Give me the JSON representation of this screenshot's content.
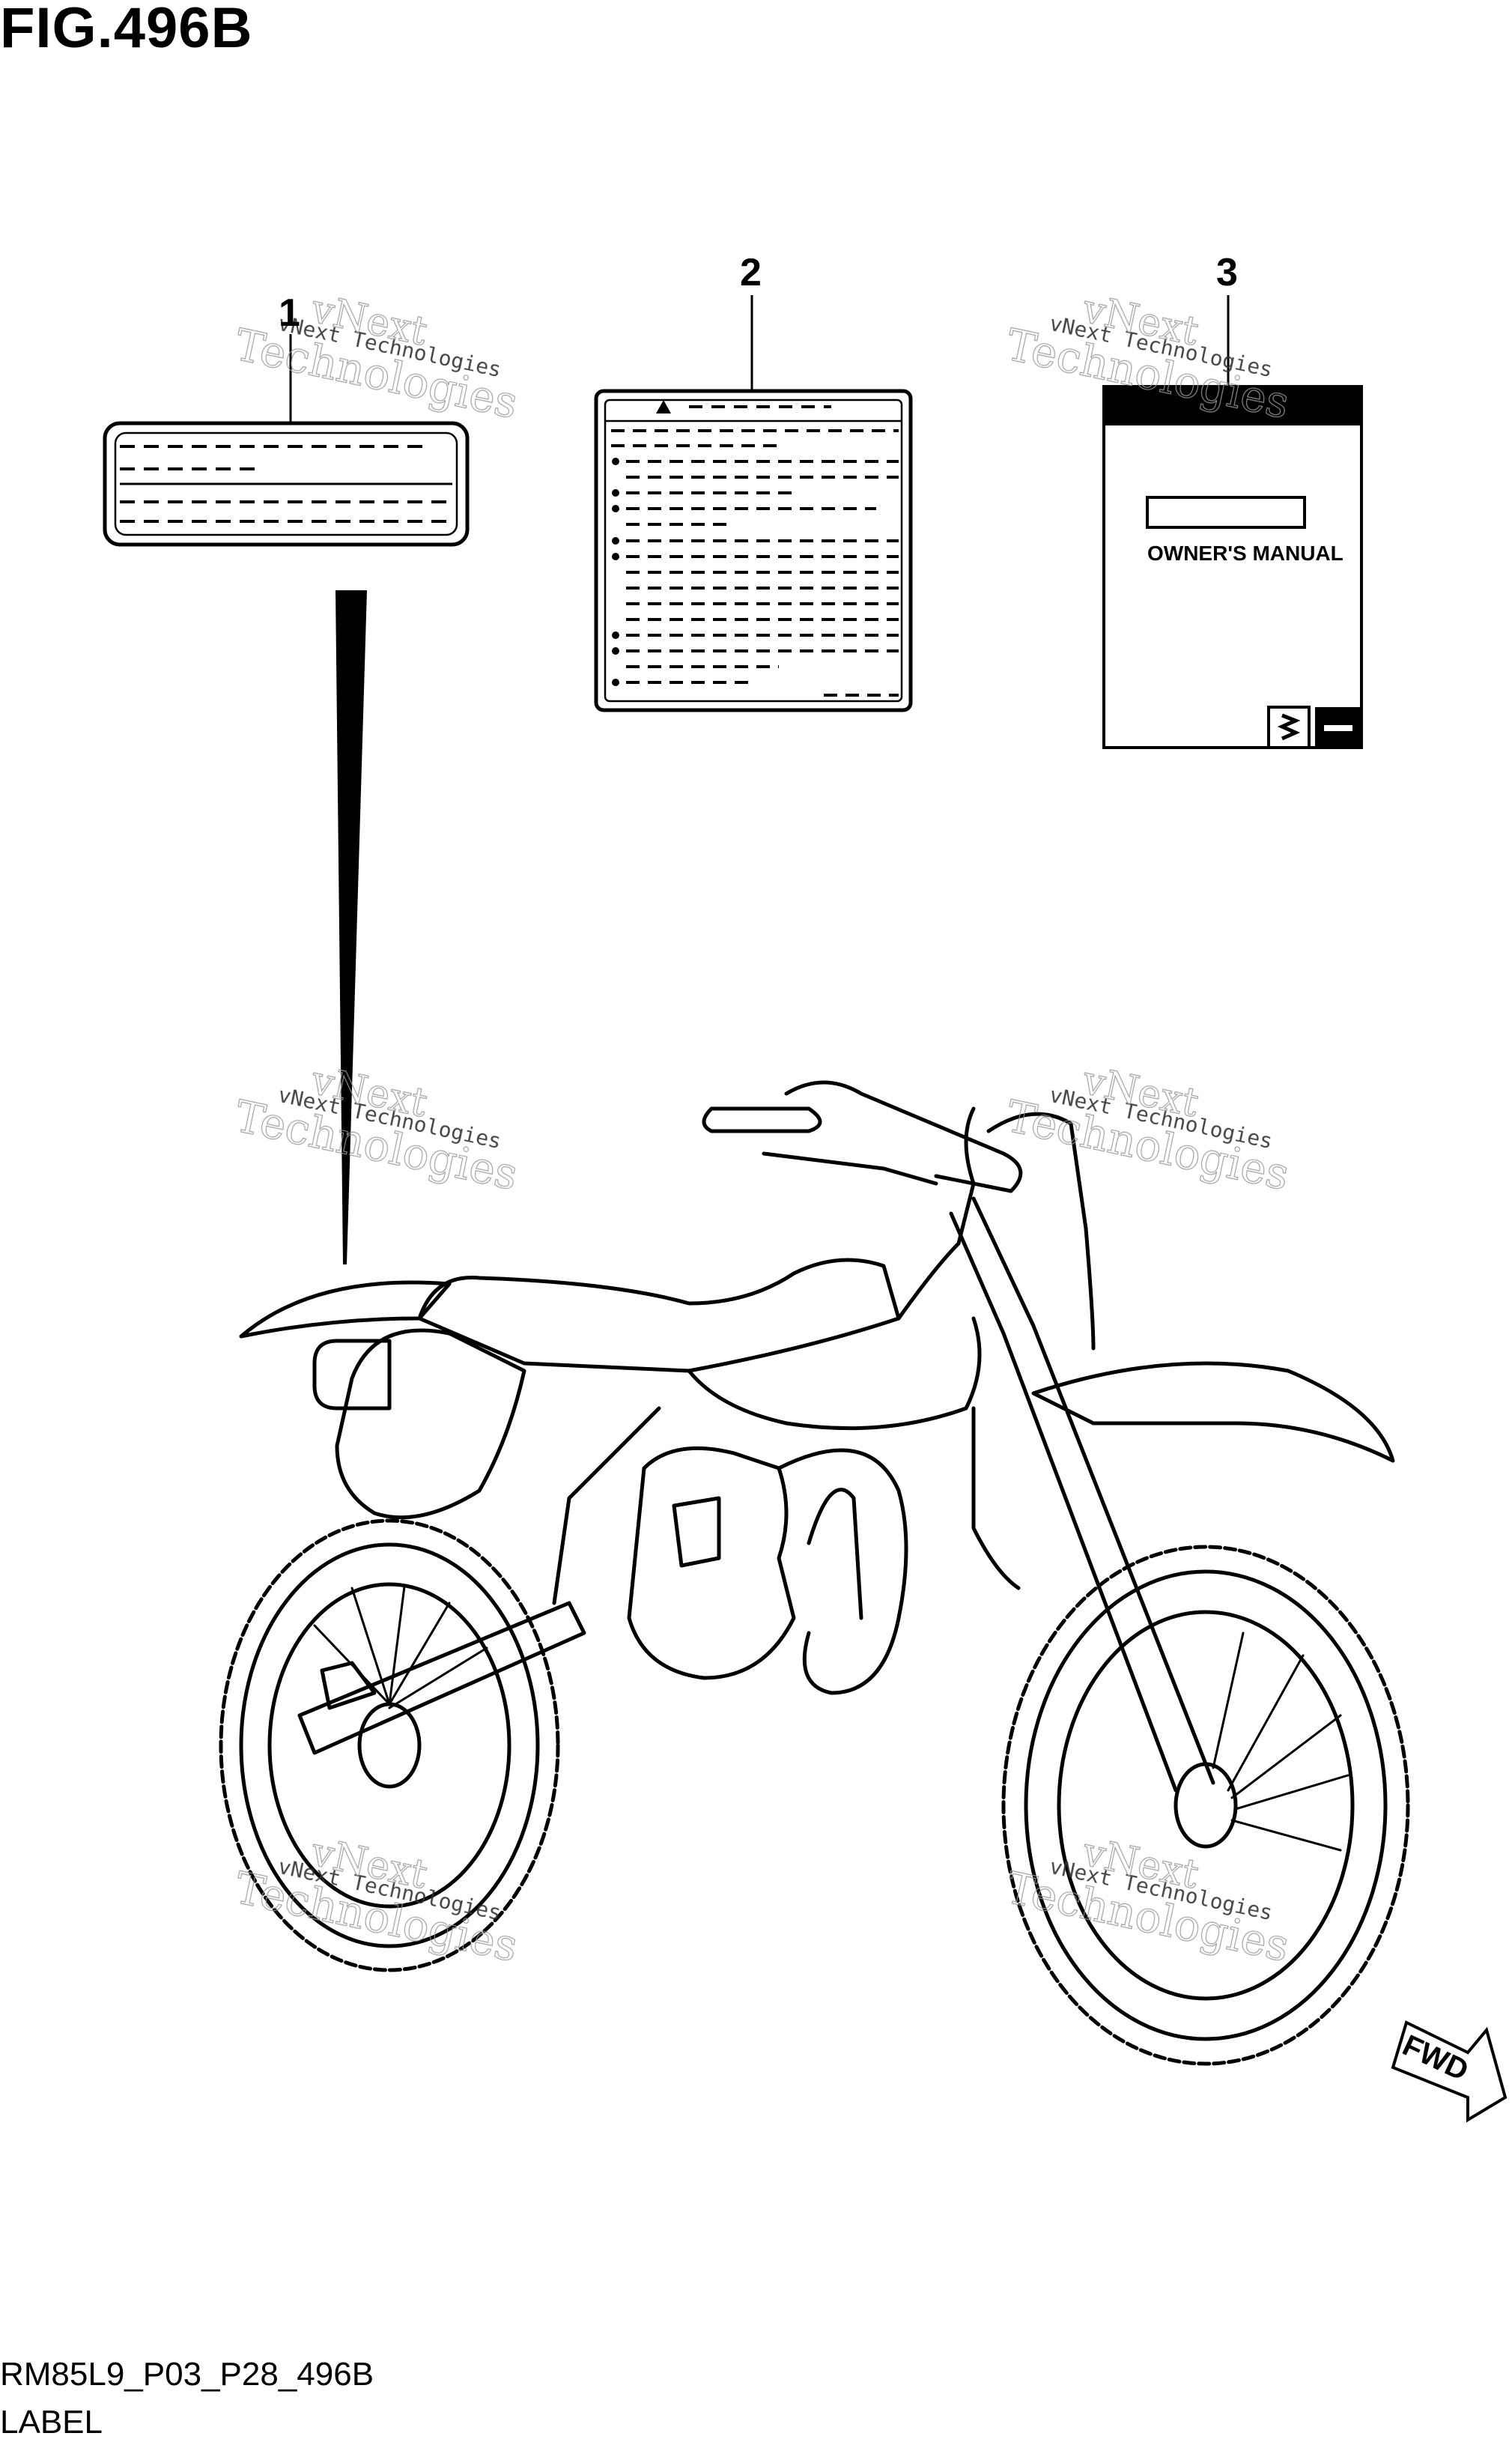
{
  "figure": {
    "title": "FIG.496B",
    "part_code": "RM85L9_P03_P28_496B",
    "part_name": "LABEL"
  },
  "callouts": [
    "1",
    "2",
    "3"
  ],
  "manual_label": "OWNER'S MANUAL",
  "direction_label": "FWD",
  "watermark": {
    "line1": "vNext Technologies",
    "line2": "vNext",
    "line3": "Technologies"
  }
}
